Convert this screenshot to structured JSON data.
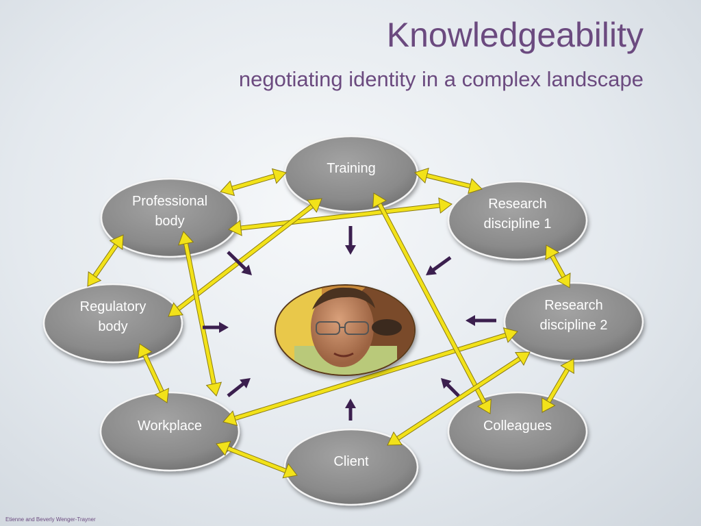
{
  "slide": {
    "title": "Knowledgeability",
    "subtitle": "negotiating identity in a complex landscape",
    "footer": "Etienne and Beverly Wenger-Trayner"
  },
  "diagram": {
    "nodes": [
      {
        "id": "training",
        "lines": [
          "Training"
        ]
      },
      {
        "id": "professional-body",
        "lines": [
          "Professional",
          "body"
        ]
      },
      {
        "id": "research-discipline-1",
        "lines": [
          "Research",
          "discipline 1"
        ]
      },
      {
        "id": "regulatory-body",
        "lines": [
          "Regulatory",
          "body"
        ]
      },
      {
        "id": "research-discipline-2",
        "lines": [
          "Research",
          "discipline 2"
        ]
      },
      {
        "id": "workplace",
        "lines": [
          "Workplace"
        ]
      },
      {
        "id": "colleagues",
        "lines": [
          "Colleagues"
        ]
      },
      {
        "id": "client",
        "lines": [
          "Client"
        ]
      }
    ],
    "center": {
      "id": "person-photo",
      "depicts": "photo of a smiling man with glasses"
    },
    "links": [
      [
        "professional-body",
        "training"
      ],
      [
        "training",
        "research-discipline-1"
      ],
      [
        "professional-body",
        "research-discipline-1"
      ],
      [
        "professional-body",
        "regulatory-body"
      ],
      [
        "regulatory-body",
        "training"
      ],
      [
        "professional-body",
        "workplace"
      ],
      [
        "regulatory-body",
        "workplace"
      ],
      [
        "workplace",
        "research-discipline-2"
      ],
      [
        "workplace",
        "client"
      ],
      [
        "training",
        "colleagues"
      ],
      [
        "research-discipline-1",
        "research-discipline-2"
      ],
      [
        "research-discipline-2",
        "client"
      ],
      [
        "research-discipline-2",
        "colleagues"
      ]
    ],
    "colors": {
      "node_fill": "#8c8c8c",
      "link_color": "#f2e21a",
      "influence_arrow_color": "#3b1f4e",
      "title_color": "#6b4a7f"
    }
  }
}
